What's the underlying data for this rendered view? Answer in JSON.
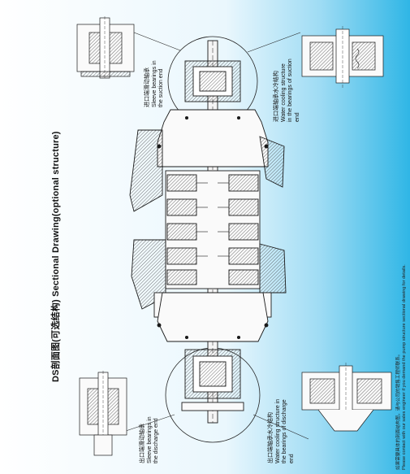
{
  "title": "DS剖面图(可选结构) Sectional Drawing(optional structure)",
  "callouts": {
    "top_left": {
      "cn": "进口端滑动轴承",
      "en1": "Sleeve bearings in",
      "en2": "the suction end"
    },
    "top_right": {
      "cn": "进口端轴承水冷结构",
      "en1": "Water cooling structure",
      "en2": "in the bearings of suction",
      "en3": "end"
    },
    "bottom_left": {
      "cn": "出口端滑动轴承",
      "en1": "Sleeve bearings in",
      "en2": "the discharge end"
    },
    "bottom_right": {
      "cn": "出口端轴承水冷结构",
      "en1": "Water cooling structure in",
      "en2": "the bearings of discharge",
      "en3": "end"
    }
  },
  "footnote": {
    "cn": "如果需要具体的剖面结构图，请与公司的销售工程师联系。",
    "en": "Please contact with our sales engineer if you demand the pump structure sectional drawing for details."
  },
  "colors": {
    "gradient_start": "#ffffff",
    "gradient_end": "#2fb6e6",
    "line": "#1a1a1a",
    "hatch": "#333333"
  }
}
